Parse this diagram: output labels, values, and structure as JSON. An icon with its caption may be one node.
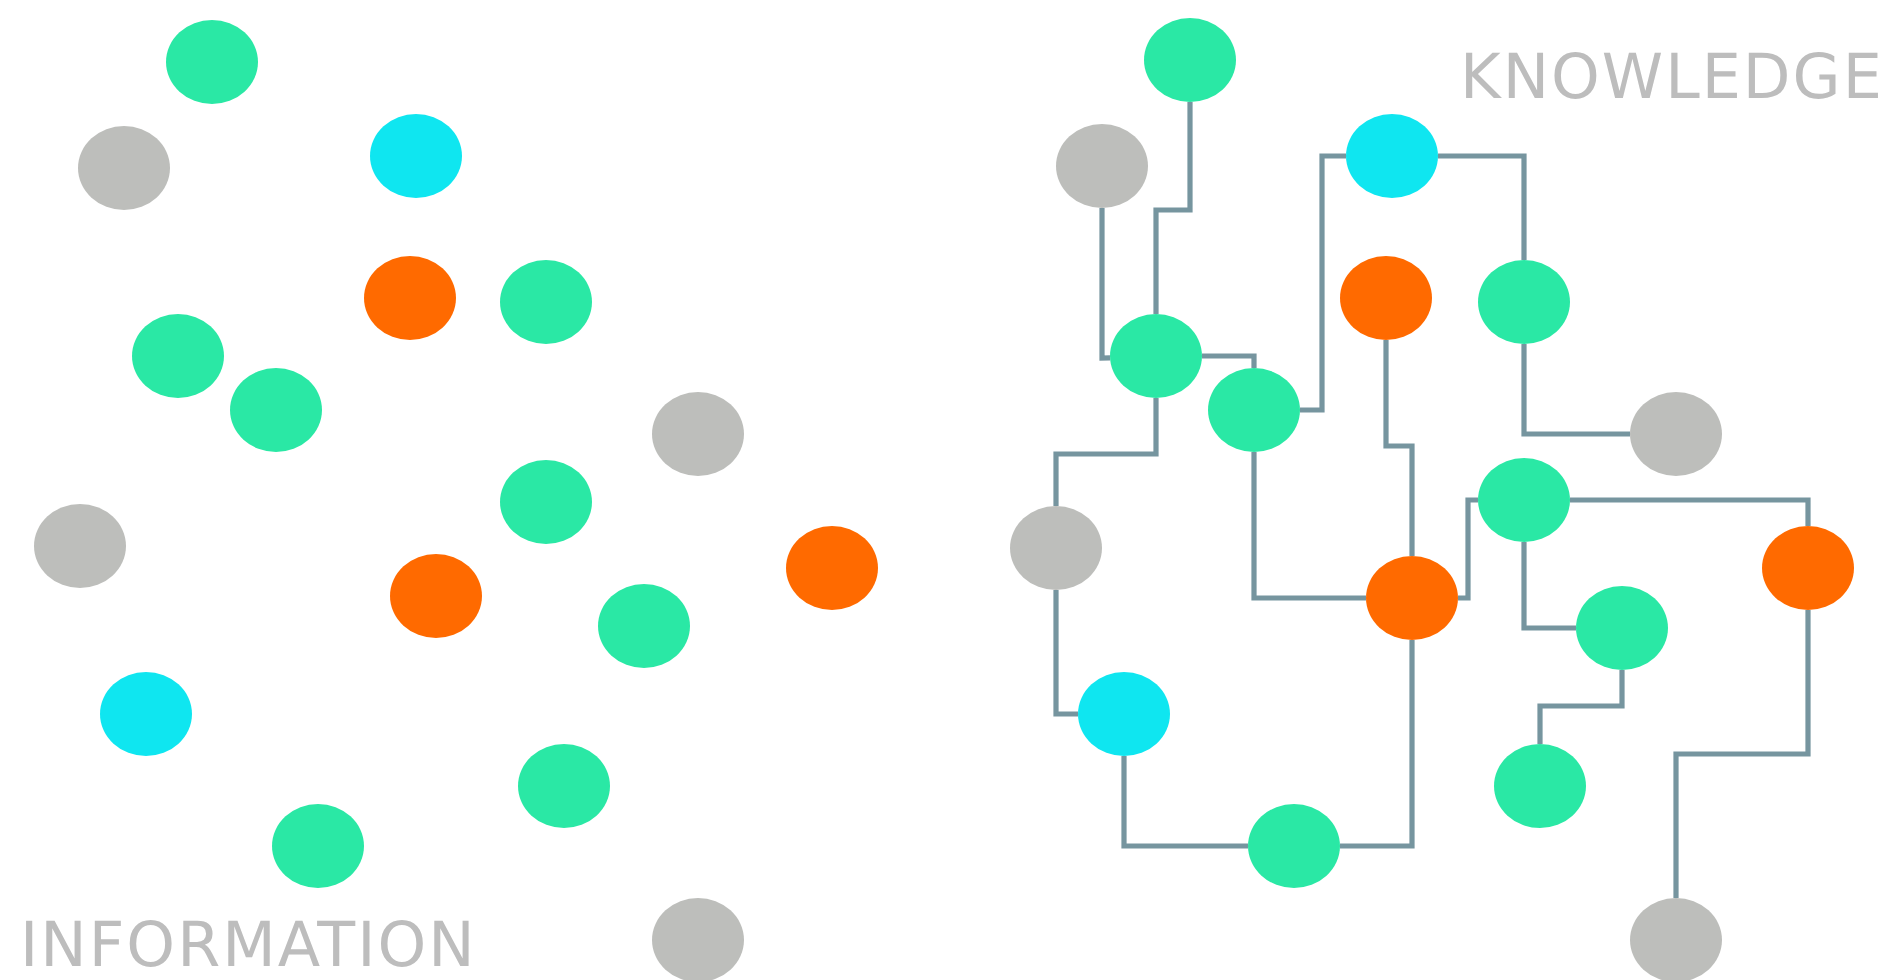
{
  "diagram": {
    "nodes": [
      {
        "text": [],
        "shape": "circle"
      },
      {
        "text": [],
        "shape": "circle"
      },
      {
        "text": [],
        "shape": "circle"
      },
      {
        "text": [],
        "shape": "circle"
      },
      {
        "text": [],
        "shape": "circle"
      },
      {
        "text": [],
        "shape": "circle"
      },
      {
        "text": [],
        "shape": "circle"
      },
      {
        "text": [],
        "shape": "circle"
      },
      {
        "text": [],
        "shape": "circle"
      },
      {
        "text": [],
        "shape": "circle"
      },
      {
        "text": [],
        "shape": "circle"
      },
      {
        "text": [],
        "shape": "circle"
      },
      {
        "text": [],
        "shape": "circle"
      },
      {
        "text": [],
        "shape": "circle"
      },
      {
        "text": [],
        "shape": "circle"
      },
      {
        "text": [],
        "shape": "circle"
      },
      {
        "text": [],
        "shape": "circle"
      },
      {
        "text": [],
        "shape": "circle"
      },
      {
        "text": [],
        "shape": "circle"
      },
      {
        "text": [],
        "shape": "circle"
      },
      {
        "text": [],
        "shape": "circle"
      },
      {
        "text": [],
        "shape": "circle"
      },
      {
        "text": [],
        "shape": "circle"
      },
      {
        "text": [],
        "shape": "circle"
      },
      {
        "text": [],
        "shape": "circle"
      },
      {
        "text": [],
        "shape": "circle"
      },
      {
        "text": [],
        "shape": "circle"
      },
      {
        "text": [],
        "shape": "circle"
      },
      {
        "text": [],
        "shape": "circle"
      },
      {
        "text": [],
        "shape": "circle"
      },
      {
        "text": [],
        "shape": "circle"
      },
      {
        "text": [],
        "shape": "circle"
      },
      {
        "text": [],
        "shape": "circle"
      },
      {
        "text": [],
        "shape": "circle"
      }
    ],
    "edges": [
      {
        "from": 17,
        "to": 22,
        "arrow": "none"
      },
      {
        "from": 18,
        "to": 22,
        "arrow": "none"
      },
      {
        "from": 22,
        "to": 23,
        "arrow": "none"
      },
      {
        "from": 23,
        "to": 19,
        "arrow": "none"
      },
      {
        "from": 19,
        "to": 21,
        "arrow": "none"
      },
      {
        "from": 21,
        "to": 24,
        "arrow": "none"
      },
      {
        "from": 22,
        "to": 26,
        "arrow": "none"
      },
      {
        "from": 23,
        "to": 28,
        "arrow": "none"
      },
      {
        "from": 20,
        "to": 28,
        "arrow": "none"
      },
      {
        "from": 28,
        "to": 25,
        "arrow": "none"
      },
      {
        "from": 25,
        "to": 27,
        "arrow": "none"
      },
      {
        "from": 25,
        "to": 29,
        "arrow": "none"
      },
      {
        "from": 29,
        "to": 31,
        "arrow": "none"
      },
      {
        "from": 27,
        "to": 33,
        "arrow": "none"
      },
      {
        "from": 26,
        "to": 30,
        "arrow": "none"
      },
      {
        "from": 30,
        "to": 32,
        "arrow": "none"
      },
      {
        "from": 32,
        "to": 28,
        "arrow": "none"
      }
    ],
    "labels": [
      "KNOWLEDGE",
      "INFORMATION"
    ]
  }
}
